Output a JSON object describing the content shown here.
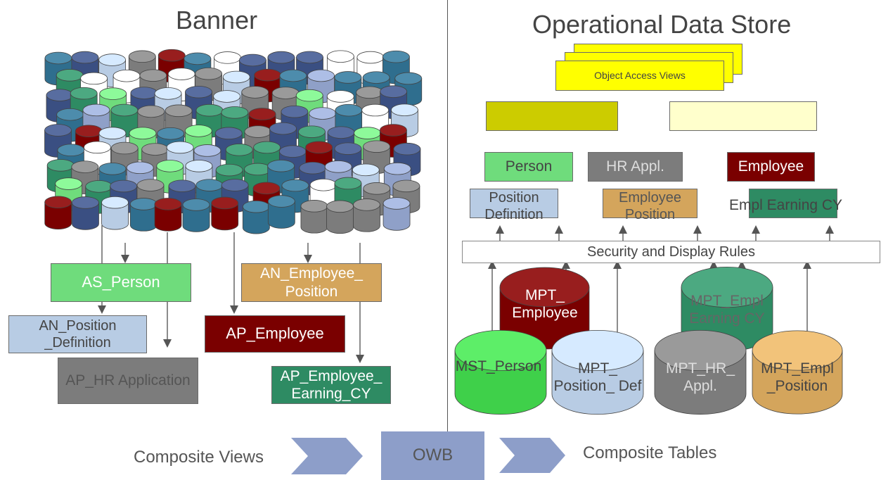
{
  "titles": {
    "banner": "Banner",
    "ods": "Operational Data Store"
  },
  "banner_views": {
    "as_person": "AS_Person",
    "an_position_definition": "AN_Position _Definition",
    "ap_hr_application": "AP_HR Application",
    "an_employee_position": "AN_Employee_ Position",
    "ap_employee": "AP_Employee",
    "ap_employee_earning_cy": "AP_Employee_ Earning_CY"
  },
  "ods": {
    "object_access_views": "Object Access Views",
    "person": "Person",
    "hr_appl": "HR Appl.",
    "employee": "Employee",
    "position_definition": "Position Definition",
    "employee_position": "Employee Position",
    "empl_earning_cy": "Empl Earning CY",
    "security_rules": "Security and Display Rules"
  },
  "ods_tables": {
    "mpt_employee": "MPT_ Employee",
    "mpt_empl_earning_cy": "MPT_Empl Earning CY",
    "mst_person": "MST_Person",
    "mpt_position_def": "MPT_ Position_ Def",
    "mpt_hr_appl": "MPT_HR_ Appl.",
    "mpt_empl_position": "MPT_Empl _Position"
  },
  "flow": {
    "composite_views": "Composite Views",
    "owb": "OWB",
    "composite_tables": "Composite Tables"
  },
  "colors": {
    "green_light": "#6fdc7c",
    "gray": "#7c7c7c",
    "maroon": "#7a0000",
    "tan": "#d4a55c",
    "blue_light": "#b8cce4",
    "green_dark": "#2e8b63",
    "yellow": "#ffff00",
    "olive": "#cccc00",
    "cream": "#ffffcc",
    "chevron": "#8d9ec9"
  }
}
